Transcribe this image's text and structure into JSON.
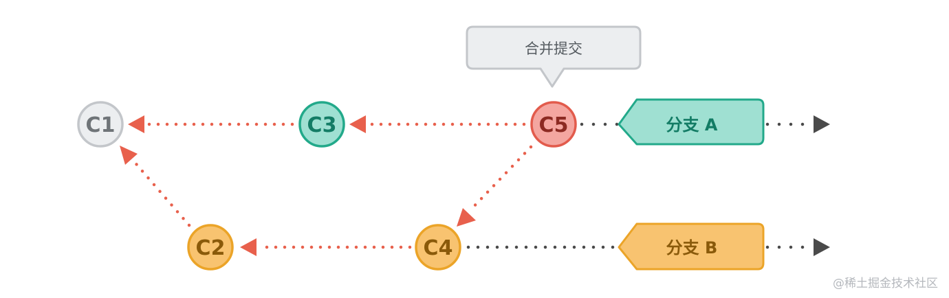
{
  "commits": {
    "c1": {
      "label": "C1",
      "fill": "#eceef0",
      "stroke": "#c3c6ca",
      "text": "#6f7478"
    },
    "c2": {
      "label": "C2",
      "fill": "#f8c370",
      "stroke": "#eba428",
      "text": "#8a5a0a"
    },
    "c3": {
      "label": "C3",
      "fill": "#9fe0d2",
      "stroke": "#22a98a",
      "text": "#137c65"
    },
    "c4": {
      "label": "C4",
      "fill": "#f8c370",
      "stroke": "#eba428",
      "text": "#8a5a0a"
    },
    "c5": {
      "label": "C5",
      "fill": "#f4a6a0",
      "stroke": "#e25b4c",
      "text": "#8c2a22"
    }
  },
  "branches": {
    "a": {
      "label": "分支 A",
      "fill": "#9fe0d2",
      "stroke": "#22a98a",
      "text": "#137c65"
    },
    "b": {
      "label": "分支 B",
      "fill": "#f8c370",
      "stroke": "#eba428",
      "text": "#8a5a0a"
    }
  },
  "callout": {
    "label": "合并提交",
    "fill": "#eceef0",
    "stroke": "#c3c6ca"
  },
  "colors": {
    "parent_link": "#e8604c",
    "branch_line": "#4a4a4a"
  },
  "watermark": "@稀土掘金技术社区"
}
